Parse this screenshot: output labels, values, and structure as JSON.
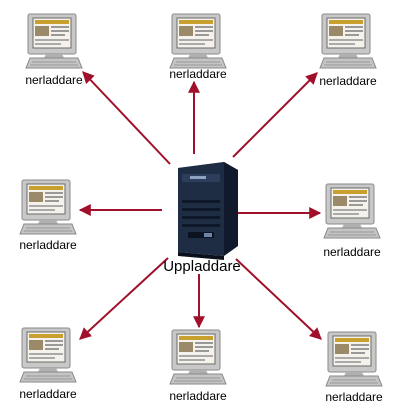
{
  "server": {
    "label": "Uppladdare",
    "icon": "server-tower-icon"
  },
  "clients": [
    {
      "label": "nerladdare",
      "icon": "computer-monitor-icon"
    },
    {
      "label": "nerladdare",
      "icon": "computer-monitor-icon"
    },
    {
      "label": "nerladdare",
      "icon": "computer-monitor-icon"
    },
    {
      "label": "nerladdare",
      "icon": "computer-monitor-icon"
    },
    {
      "label": "nerladdare",
      "icon": "computer-monitor-icon"
    },
    {
      "label": "nerladdare",
      "icon": "computer-monitor-icon"
    },
    {
      "label": "nerladdare",
      "icon": "computer-monitor-icon"
    },
    {
      "label": "nerladdare",
      "icon": "computer-monitor-icon"
    }
  ],
  "colors": {
    "arrow": "#a0102a",
    "monitor_bezel": "#c8c8c8",
    "server_body": "#1e2c44",
    "screen_accent": "#c8a030"
  }
}
